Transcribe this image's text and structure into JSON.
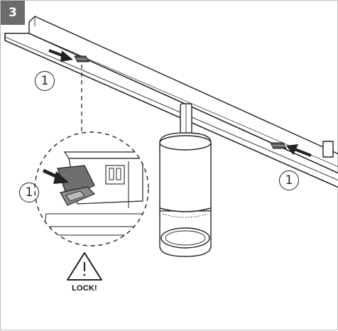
{
  "step": {
    "number": "3"
  },
  "callouts": {
    "top_left": "1",
    "detail": "1",
    "right": "1"
  },
  "warning": {
    "label": "LOCK!",
    "icon": "warning-triangle-icon"
  },
  "colors": {
    "badge": "#6b6b6b",
    "line": "#222222",
    "shade": "#6f6f6f"
  }
}
